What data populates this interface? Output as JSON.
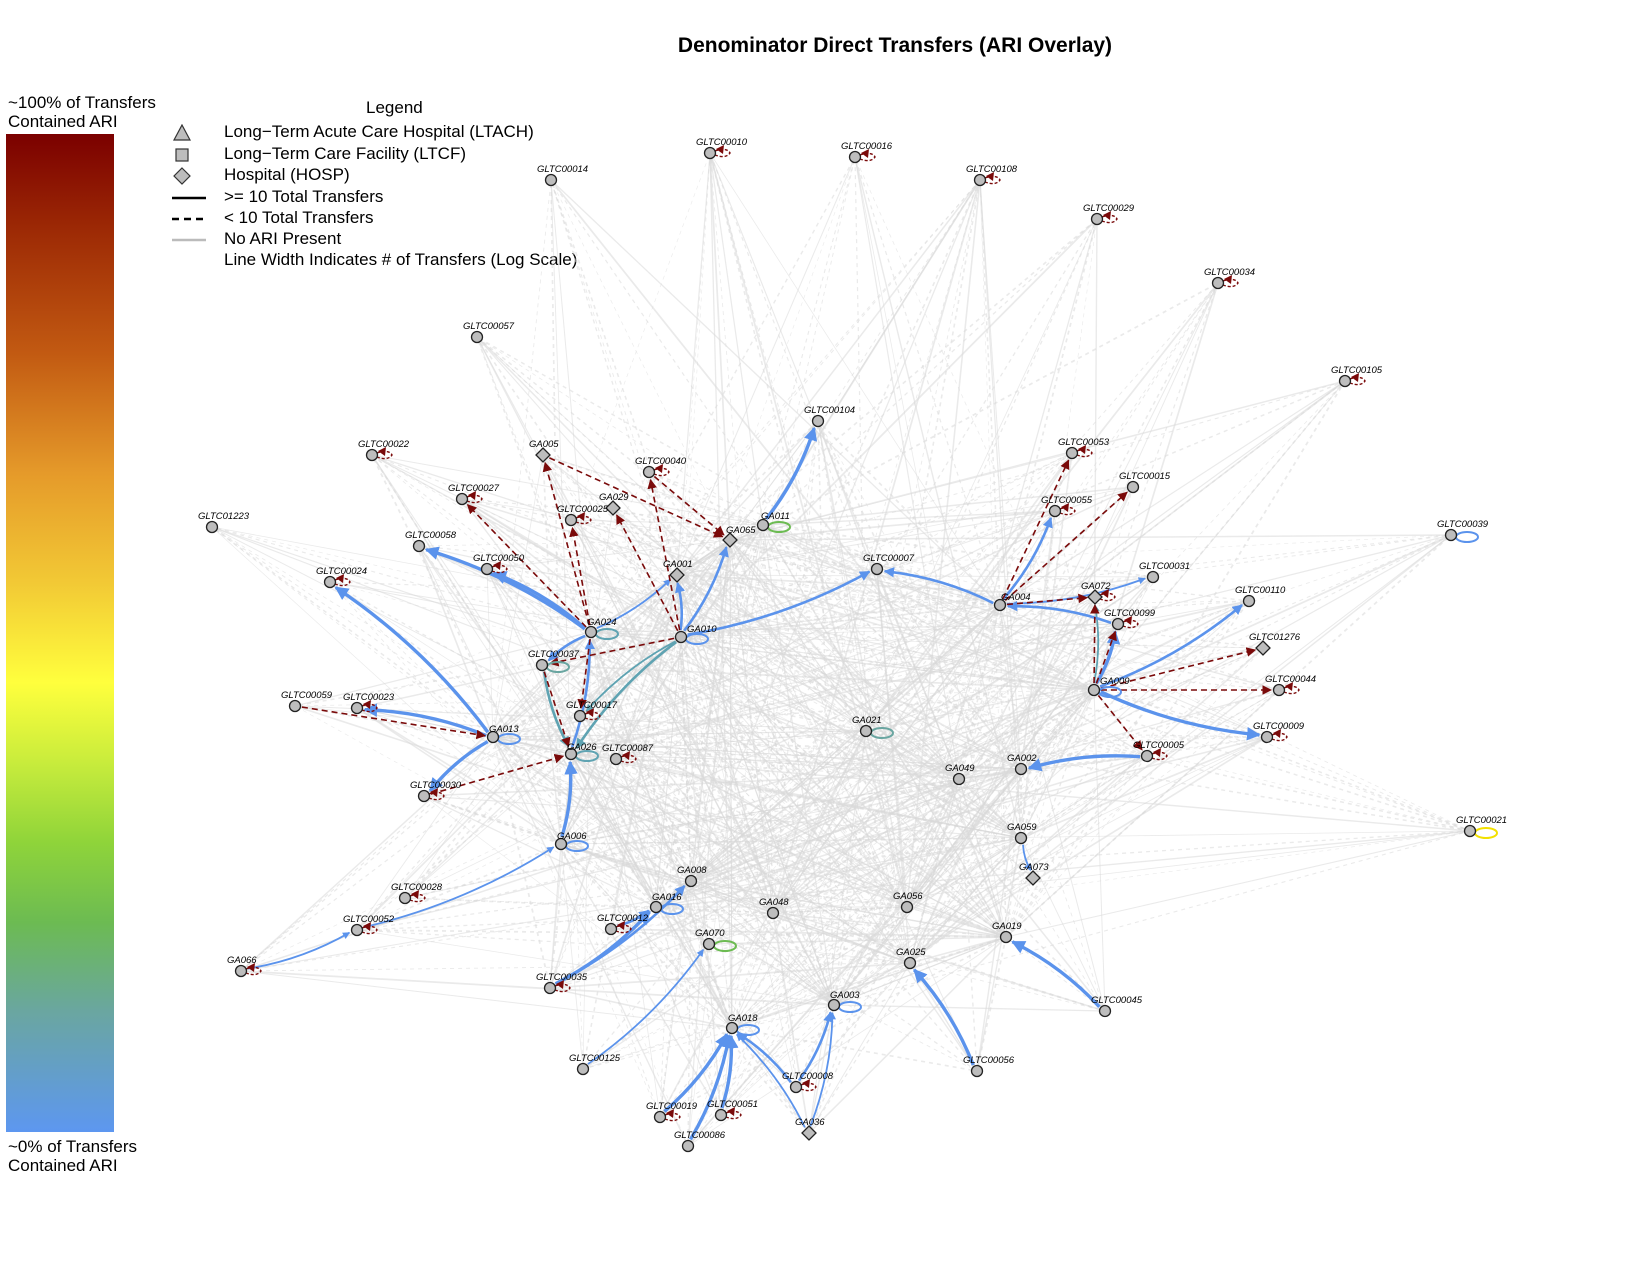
{
  "title": "Denominator Direct Transfers (ARI Overlay)",
  "color_scale": {
    "top_label_line1": "~100% of Transfers",
    "top_label_line2": "Contained ARI",
    "bottom_label_line1": "~0% of Transfers",
    "bottom_label_line2": "Contained ARI",
    "high_color": "#7b0000",
    "mid_color": "#ffff3d",
    "low_color": "#5d97f0"
  },
  "legend": {
    "title": "Legend",
    "items": [
      {
        "symbol": "triangle",
        "label": "Long−Term Acute Care Hospital (LTACH)"
      },
      {
        "symbol": "square",
        "label": "Long−Term Care Facility (LTCF)"
      },
      {
        "symbol": "diamond",
        "label": "Hospital (HOSP)"
      },
      {
        "symbol": "solid-line",
        "label": ">= 10 Total Transfers"
      },
      {
        "symbol": "dashed-line",
        "label": "< 10 Total Transfers"
      },
      {
        "symbol": "gray-line",
        "label": "No ARI Present"
      },
      {
        "symbol": "none",
        "label": "Line Width Indicates # of Transfers (Log Scale)"
      }
    ]
  },
  "colors": {
    "blue_edge": "#5b93ec",
    "teal_edge": "#5fa3b2",
    "dark_red_edge": "#7a0a0a",
    "gray_edge": "#dcdcdc",
    "node_fill": "#bdbdbd"
  },
  "nodes": [
    {
      "id": "GLTC00010",
      "shape": "circle"
    },
    {
      "id": "GLTC00016",
      "shape": "circle"
    },
    {
      "id": "GLTC00014",
      "shape": "circle"
    },
    {
      "id": "GLTC00108",
      "shape": "circle"
    },
    {
      "id": "GLTC00029",
      "shape": "circle"
    },
    {
      "id": "GLTC00034",
      "shape": "circle"
    },
    {
      "id": "GLTC00057",
      "shape": "circle"
    },
    {
      "id": "GLTC00105",
      "shape": "circle"
    },
    {
      "id": "GLTC00104",
      "shape": "circle"
    },
    {
      "id": "GLTC00022",
      "shape": "circle"
    },
    {
      "id": "GA005",
      "shape": "diamond"
    },
    {
      "id": "GLTC00040",
      "shape": "circle"
    },
    {
      "id": "GLTC00053",
      "shape": "circle"
    },
    {
      "id": "GLTC00015",
      "shape": "circle"
    },
    {
      "id": "GLTC00027",
      "shape": "circle"
    },
    {
      "id": "GA029",
      "shape": "diamond"
    },
    {
      "id": "GLTC00025",
      "shape": "circle"
    },
    {
      "id": "GLTC00055",
      "shape": "circle"
    },
    {
      "id": "GA011",
      "shape": "circle"
    },
    {
      "id": "GA065",
      "shape": "diamond"
    },
    {
      "id": "GLTC01223",
      "shape": "circle"
    },
    {
      "id": "GLTC00039",
      "shape": "circle"
    },
    {
      "id": "GLTC00058",
      "shape": "circle"
    },
    {
      "id": "GLTC00050",
      "shape": "circle"
    },
    {
      "id": "GA001",
      "shape": "diamond"
    },
    {
      "id": "GLTC00007",
      "shape": "circle"
    },
    {
      "id": "GLTC00031",
      "shape": "circle"
    },
    {
      "id": "GLTC00024",
      "shape": "circle"
    },
    {
      "id": "GA072",
      "shape": "diamond"
    },
    {
      "id": "GA004",
      "shape": "circle"
    },
    {
      "id": "GLTC00110",
      "shape": "circle"
    },
    {
      "id": "GA024",
      "shape": "circle"
    },
    {
      "id": "GA010",
      "shape": "circle"
    },
    {
      "id": "GLTC00099",
      "shape": "circle"
    },
    {
      "id": "GLTC01276",
      "shape": "diamond"
    },
    {
      "id": "GLTC00037",
      "shape": "circle"
    },
    {
      "id": "GA009",
      "shape": "circle"
    },
    {
      "id": "GLTC00044",
      "shape": "circle"
    },
    {
      "id": "GLTC00059",
      "shape": "circle"
    },
    {
      "id": "GLTC00023",
      "shape": "circle"
    },
    {
      "id": "GLTC00017",
      "shape": "circle"
    },
    {
      "id": "GA021",
      "shape": "circle"
    },
    {
      "id": "GA013",
      "shape": "circle"
    },
    {
      "id": "GLTC00009",
      "shape": "circle"
    },
    {
      "id": "GA026",
      "shape": "circle"
    },
    {
      "id": "GLTC00087",
      "shape": "circle"
    },
    {
      "id": "GLTC00005",
      "shape": "circle"
    },
    {
      "id": "GA002",
      "shape": "circle"
    },
    {
      "id": "GA049",
      "shape": "circle"
    },
    {
      "id": "GLTC00030",
      "shape": "circle"
    },
    {
      "id": "GLTC00021",
      "shape": "circle"
    },
    {
      "id": "GA059",
      "shape": "circle"
    },
    {
      "id": "GA006",
      "shape": "circle"
    },
    {
      "id": "GA073",
      "shape": "diamond"
    },
    {
      "id": "GA008",
      "shape": "circle"
    },
    {
      "id": "GLTC00028",
      "shape": "circle"
    },
    {
      "id": "GA016",
      "shape": "circle"
    },
    {
      "id": "GA048",
      "shape": "circle"
    },
    {
      "id": "GA056",
      "shape": "circle"
    },
    {
      "id": "GLTC00052",
      "shape": "circle"
    },
    {
      "id": "GLTC00012",
      "shape": "circle"
    },
    {
      "id": "GA019",
      "shape": "circle"
    },
    {
      "id": "GA070",
      "shape": "circle"
    },
    {
      "id": "GA025",
      "shape": "circle"
    },
    {
      "id": "GA066",
      "shape": "circle"
    },
    {
      "id": "GLTC00035",
      "shape": "circle"
    },
    {
      "id": "GA003",
      "shape": "circle"
    },
    {
      "id": "GLTC00045",
      "shape": "circle"
    },
    {
      "id": "GA018",
      "shape": "circle"
    },
    {
      "id": "GLTC00125",
      "shape": "circle"
    },
    {
      "id": "GLTC00056",
      "shape": "circle"
    },
    {
      "id": "GLTC00008",
      "shape": "circle"
    },
    {
      "id": "GLTC00019",
      "shape": "circle"
    },
    {
      "id": "GLTC00051",
      "shape": "circle"
    },
    {
      "id": "GA036",
      "shape": "diamond"
    },
    {
      "id": "GLTC00086",
      "shape": "circle"
    }
  ],
  "edges": [
    {
      "from": "GA011",
      "to": "GLTC00104",
      "color": "blue",
      "style": "solid",
      "weight": 3
    },
    {
      "from": "GA010",
      "to": "GA065",
      "color": "blue",
      "style": "solid",
      "weight": 2
    },
    {
      "from": "GA010",
      "to": "GLTC00007",
      "color": "blue",
      "style": "solid",
      "weight": 2
    },
    {
      "from": "GA010",
      "to": "GA001",
      "color": "blue",
      "style": "solid",
      "weight": 2
    },
    {
      "from": "GA010",
      "to": "GA026",
      "color": "teal",
      "style": "solid",
      "weight": 2
    },
    {
      "from": "GA010",
      "to": "GLTC00017",
      "color": "teal",
      "style": "solid",
      "weight": 1
    },
    {
      "from": "GA024",
      "to": "GLTC00058",
      "color": "blue",
      "style": "solid",
      "weight": 3
    },
    {
      "from": "GA024",
      "to": "GLTC00050",
      "color": "blue",
      "style": "solid",
      "weight": 3
    },
    {
      "from": "GA024",
      "to": "GLTC00037",
      "color": "blue",
      "style": "solid",
      "weight": 2
    },
    {
      "from": "GA024",
      "to": "GA001",
      "color": "blue",
      "style": "solid",
      "weight": 1
    },
    {
      "from": "GA013",
      "to": "GLTC00024",
      "color": "blue",
      "style": "solid",
      "weight": 3
    },
    {
      "from": "GA013",
      "to": "GLTC00023",
      "color": "blue",
      "style": "solid",
      "weight": 3
    },
    {
      "from": "GA013",
      "to": "GLTC00030",
      "color": "blue",
      "style": "solid",
      "weight": 3
    },
    {
      "from": "GA026",
      "to": "GA024",
      "color": "blue",
      "style": "solid",
      "weight": 2
    },
    {
      "from": "GA006",
      "to": "GA026",
      "color": "blue",
      "style": "solid",
      "weight": 3
    },
    {
      "from": "GLTC00037",
      "to": "GA026",
      "color": "teal",
      "style": "solid",
      "weight": 2
    },
    {
      "from": "GLTC00052",
      "to": "GA006",
      "color": "blue",
      "style": "solid",
      "weight": 1
    },
    {
      "from": "GA066",
      "to": "GLTC00052",
      "color": "blue",
      "style": "solid",
      "weight": 1
    },
    {
      "from": "GLTC00035",
      "to": "GA016",
      "color": "blue",
      "style": "solid",
      "weight": 3
    },
    {
      "from": "GLTC00035",
      "to": "GA008",
      "color": "blue",
      "style": "solid",
      "weight": 2
    },
    {
      "from": "GLTC00012",
      "to": "GA016",
      "color": "blue",
      "style": "solid",
      "weight": 2
    },
    {
      "from": "GLTC00125",
      "to": "GA070",
      "color": "blue",
      "style": "solid",
      "weight": 1
    },
    {
      "from": "GLTC00019",
      "to": "GA018",
      "color": "blue",
      "style": "solid",
      "weight": 3
    },
    {
      "from": "GLTC00086",
      "to": "GA018",
      "color": "blue",
      "style": "solid",
      "weight": 3
    },
    {
      "from": "GLTC00051",
      "to": "GA018",
      "color": "blue",
      "style": "solid",
      "weight": 3
    },
    {
      "from": "GLTC00008",
      "to": "GA018",
      "color": "blue",
      "style": "solid",
      "weight": 2
    },
    {
      "from": "GA036",
      "to": "GA018",
      "color": "blue",
      "style": "solid",
      "weight": 1
    },
    {
      "from": "GLTC00008",
      "to": "GA003",
      "color": "blue",
      "style": "solid",
      "weight": 2
    },
    {
      "from": "GA036",
      "to": "GA003",
      "color": "blue",
      "style": "solid",
      "weight": 1
    },
    {
      "from": "GLTC00056",
      "to": "GA025",
      "color": "blue",
      "style": "solid",
      "weight": 3
    },
    {
      "from": "GLTC00045",
      "to": "GA019",
      "color": "blue",
      "style": "solid",
      "weight": 3
    },
    {
      "from": "GA059",
      "to": "GA073",
      "color": "blue",
      "style": "solid",
      "weight": 1
    },
    {
      "from": "GLTC00005",
      "to": "GA002",
      "color": "blue",
      "style": "solid",
      "weight": 3
    },
    {
      "from": "GA009",
      "to": "GLTC00009",
      "color": "blue",
      "style": "solid",
      "weight": 3
    },
    {
      "from": "GA009",
      "to": "GLTC00110",
      "color": "blue",
      "style": "solid",
      "weight": 2
    },
    {
      "from": "GA009",
      "to": "GLTC00099",
      "color": "blue",
      "style": "solid",
      "weight": 3
    },
    {
      "from": "GA009",
      "to": "GA072",
      "color": "teal",
      "style": "solid",
      "weight": 1
    },
    {
      "from": "GA004",
      "to": "GLTC00007",
      "color": "blue",
      "style": "solid",
      "weight": 2
    },
    {
      "from": "GA004",
      "to": "GLTC00055",
      "color": "blue",
      "style": "solid",
      "weight": 2
    },
    {
      "from": "GA004",
      "to": "GLTC00031",
      "color": "blue",
      "style": "solid",
      "weight": 1
    },
    {
      "from": "GLTC00099",
      "to": "GA004",
      "color": "blue",
      "style": "solid",
      "weight": 2
    },
    {
      "from": "GA005",
      "to": "GA065",
      "color": "red",
      "style": "dashed",
      "weight": 1
    },
    {
      "from": "GA024",
      "to": "GA005",
      "color": "red",
      "style": "dashed",
      "weight": 1
    },
    {
      "from": "GA024",
      "to": "GLTC00027",
      "color": "red",
      "style": "dashed",
      "weight": 1
    },
    {
      "from": "GA024",
      "to": "GLTC00025",
      "color": "red",
      "style": "dashed",
      "weight": 1
    },
    {
      "from": "GA024",
      "to": "GLTC00017",
      "color": "red",
      "style": "dashed",
      "weight": 1
    },
    {
      "from": "GA010",
      "to": "GLTC00040",
      "color": "red",
      "style": "dashed",
      "weight": 1
    },
    {
      "from": "GA010",
      "to": "GA029",
      "color": "red",
      "style": "dashed",
      "weight": 1
    },
    {
      "from": "GA010",
      "to": "GLTC00037",
      "color": "red",
      "style": "dashed",
      "weight": 1
    },
    {
      "from": "GLTC00040",
      "to": "GA065",
      "color": "red",
      "style": "dashed",
      "weight": 1
    },
    {
      "from": "GLTC00059",
      "to": "GA013",
      "color": "red",
      "style": "dashed",
      "weight": 1
    },
    {
      "from": "GLTC00030",
      "to": "GA026",
      "color": "red",
      "style": "dashed",
      "weight": 1
    },
    {
      "from": "GLTC00037",
      "to": "GA026",
      "color": "red",
      "style": "dashed",
      "weight": 1
    },
    {
      "from": "GA004",
      "to": "GLTC00053",
      "color": "red",
      "style": "dashed",
      "weight": 1
    },
    {
      "from": "GA004",
      "to": "GLTC00015",
      "color": "red",
      "style": "dashed",
      "weight": 1
    },
    {
      "from": "GA004",
      "to": "GA072",
      "color": "red",
      "style": "dashed",
      "weight": 1
    },
    {
      "from": "GA009",
      "to": "GLTC00005",
      "color": "red",
      "style": "dashed",
      "weight": 1
    },
    {
      "from": "GA009",
      "to": "GLTC01276",
      "color": "red",
      "style": "dashed",
      "weight": 1
    },
    {
      "from": "GA009",
      "to": "GLTC00044",
      "color": "red",
      "style": "dashed",
      "weight": 1
    },
    {
      "from": "GA009",
      "to": "GA072",
      "color": "red",
      "style": "dashed",
      "weight": 1
    },
    {
      "from": "GA009",
      "to": "GLTC00099",
      "color": "red",
      "style": "dashed",
      "weight": 1
    }
  ],
  "self_loops": [
    {
      "node": "GA011",
      "color": "#6cbb52"
    },
    {
      "node": "GLTC00039",
      "color": "#5b93ec"
    },
    {
      "node": "GA024",
      "color": "#5fa3b2"
    },
    {
      "node": "GA010",
      "color": "#5b93ec"
    },
    {
      "node": "GLTC00037",
      "color": "#6aa6a1"
    },
    {
      "node": "GA013",
      "color": "#5b93ec"
    },
    {
      "node": "GA021",
      "color": "#6aa6a1"
    },
    {
      "node": "GA026",
      "color": "#5fa3b2"
    },
    {
      "node": "GA006",
      "color": "#5b93ec"
    },
    {
      "node": "GLTC00021",
      "color": "#f2e000"
    },
    {
      "node": "GA016",
      "color": "#5b93ec"
    },
    {
      "node": "GA070",
      "color": "#6cbb52"
    },
    {
      "node": "GA018",
      "color": "#5b93ec"
    },
    {
      "node": "GA003",
      "color": "#5b93ec"
    },
    {
      "node": "GA009",
      "color": "#5b93ec"
    }
  ],
  "small_red_loops": [
    "GLTC00010",
    "GLTC00016",
    "GLTC00108",
    "GLTC00029",
    "GLTC00034",
    "GLTC00105",
    "GLTC00022",
    "GLTC00040",
    "GLTC00053",
    "GLTC00027",
    "GLTC00025",
    "GLTC00055",
    "GLTC00050",
    "GLTC00024",
    "GLTC00044",
    "GLTC00009",
    "GLTC00023",
    "GLTC00017",
    "GLTC00087",
    "GLTC00030",
    "GLTC00028",
    "GLTC00052",
    "GLTC00035",
    "GLTC00012",
    "GA066",
    "GLTC00008",
    "GLTC00019",
    "GLTC00051",
    "GLTC00005",
    "GLTC00099",
    "GA072"
  ]
}
